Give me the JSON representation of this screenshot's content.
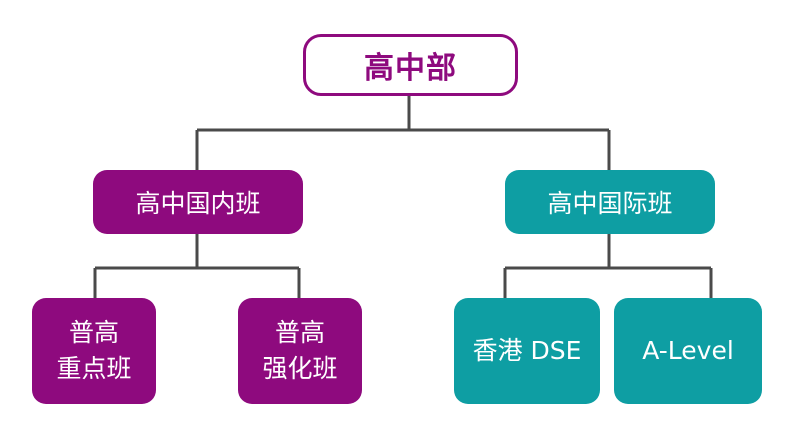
{
  "colors": {
    "purple": "#8e0a7e",
    "teal": "#0e9ea3",
    "connector": "#4a4a4a",
    "root_fill": "#ffffff"
  },
  "root": {
    "label": "高中部"
  },
  "branches": [
    {
      "label": "高中国内班",
      "color": "purple",
      "children": [
        {
          "label": "普高\n重点班"
        },
        {
          "label": "普高\n强化班"
        }
      ]
    },
    {
      "label": "高中国际班",
      "color": "teal",
      "children": [
        {
          "label": "香港 DSE"
        },
        {
          "label": "A-Level"
        }
      ]
    }
  ]
}
